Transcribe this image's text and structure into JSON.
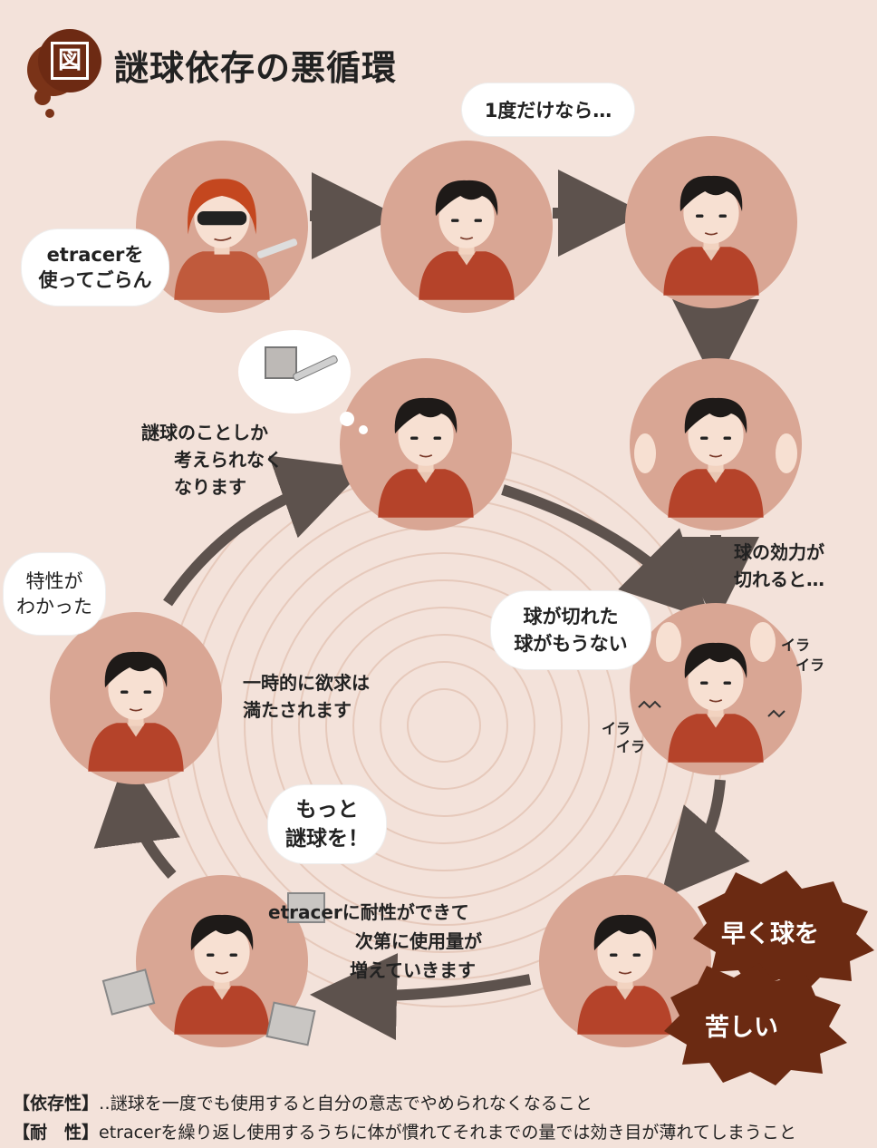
{
  "title": {
    "badge": "図",
    "text": "謎球依存の悪循環"
  },
  "bubbles": {
    "dealer_line1": "etracerを",
    "dealer_line2": "使ってごらん",
    "try_once": "1度だけなら…",
    "found_line1": "特性が",
    "found_line2": "わかった",
    "out_line1": "球が切れた",
    "out_line2": "球がもうない",
    "more_line1": "もっと",
    "more_line2": "謎球を！"
  },
  "captions": {
    "obsessed_line1": "謎球のことしか",
    "obsessed_line2": "考えられなく",
    "obsessed_line3": "なります",
    "wearoff_line1": "球の効力が",
    "wearoff_line2": "切れると…",
    "satisfied_line1": "一時的に欲求は",
    "satisfied_line2": "満たされます",
    "tolerance_line1": "etracerに耐性ができて",
    "tolerance_line2": "次第に使用量が",
    "tolerance_line3": "増えていきます",
    "ira_1": "イラ",
    "ira_2": "イラ",
    "ira_3": "イラ",
    "ira_4": "イラ"
  },
  "bursts": {
    "hurry": "早く球を",
    "suffering": "苦しい"
  },
  "footnotes": {
    "dependence_label": "【依存性】",
    "dependence_text": "‥謎球を一度でも使用すると自分の意志でやめられなくなること",
    "tolerance_label": "【耐　性】",
    "tolerance_text": "etracerを繰り返し使用するうちに体が慣れてそれまでの量では効き目が薄れてしまうこと"
  },
  "colors": {
    "background": "#f3e2da",
    "circle": "#d9a694",
    "shirt": "#b5432a",
    "arrow": "#5d524d",
    "burst": "#6b2a12",
    "title_badge": "#6d2a13"
  }
}
